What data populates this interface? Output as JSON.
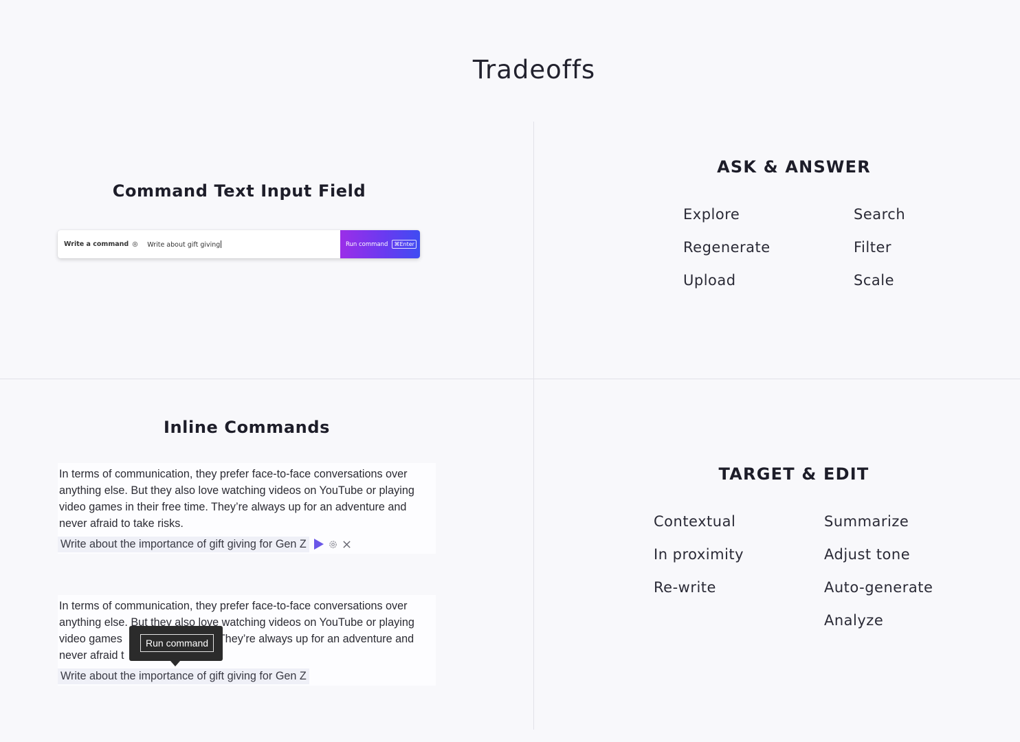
{
  "page": {
    "title": "Tradeoffs"
  },
  "command_input": {
    "heading": "Command Text Input Field",
    "label": "Write a command",
    "value": "Write about gift giving",
    "run_label": "Run command",
    "shortcut": "⌘Enter",
    "accent_start": "#9b2ee8",
    "accent_end": "#3f4cf2"
  },
  "ask_answer": {
    "heading": "ASK & ANSWER",
    "left": [
      "Explore",
      "Regenerate",
      "Upload"
    ],
    "right": [
      "Search",
      "Filter",
      "Scale"
    ]
  },
  "inline_commands": {
    "heading": "Inline Commands",
    "example1": {
      "lines": [
        "In terms of communication, they prefer face-to-face conversations over",
        "anything else. But they also love watching videos on YouTube or playing",
        "video games in their free time. They’re always up for an adventure and",
        "never afraid to take risks."
      ],
      "prompt": "Write about the importance of gift giving for Gen Z",
      "play_icon": "play-icon",
      "settings_icon": "gear-icon",
      "close_icon": "close-icon"
    },
    "example2": {
      "lines": [
        "In terms of communication, they prefer face-to-face conversations over",
        "anything else. But they also love watching videos on YouTube or playing",
        "video games",
        "never afraid t"
      ],
      "line3_tail": "They’re always up for an adventure and",
      "prompt": "Write about the importance of gift giving for Gen Z",
      "tooltip_label": "Run command"
    },
    "play_color": "#6b57e8"
  },
  "target_edit": {
    "heading": "TARGET & EDIT",
    "left": [
      "Contextual",
      "In proximity",
      "Re-write"
    ],
    "right": [
      "Summarize",
      "Adjust tone",
      "Auto-generate",
      "Analyze"
    ]
  }
}
